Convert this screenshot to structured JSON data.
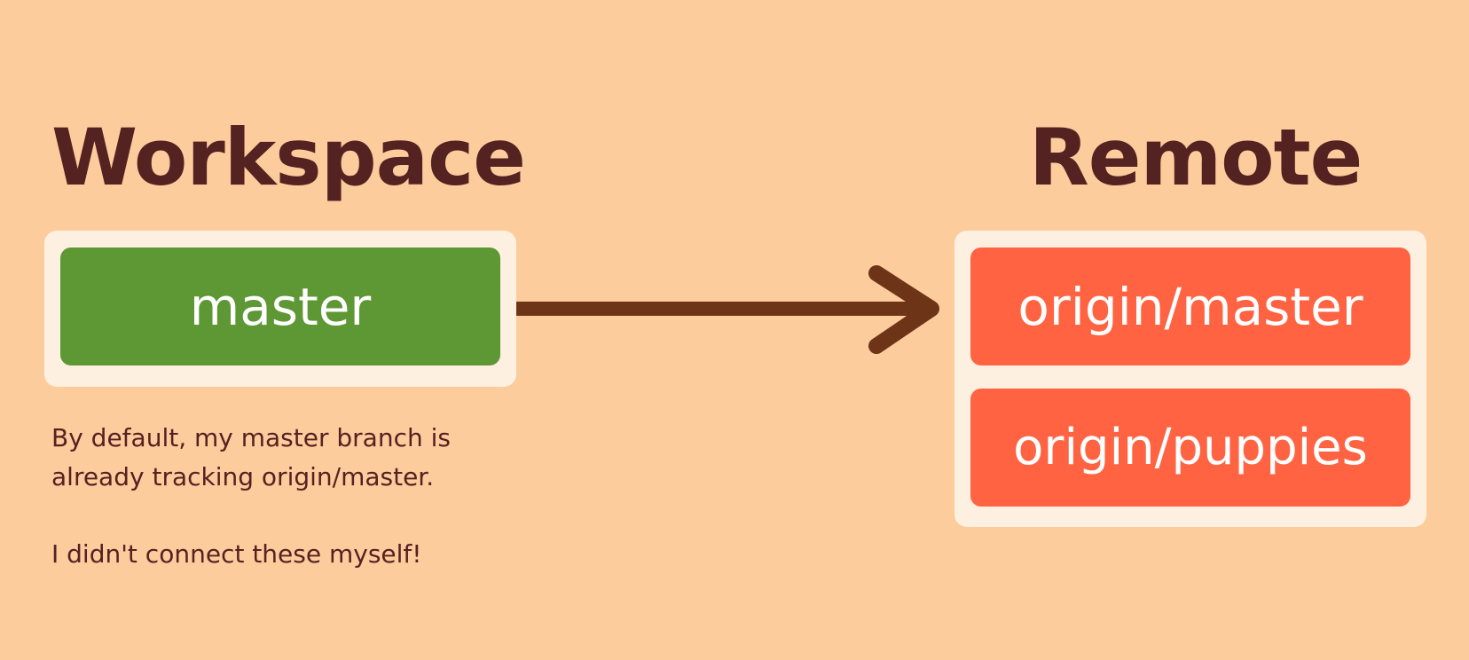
{
  "workspace": {
    "title": "Workspace",
    "branch": "master"
  },
  "remote": {
    "title": "Remote",
    "branches": [
      "origin/master",
      "origin/puppies"
    ]
  },
  "caption": {
    "line1": "By default, my master branch is",
    "line2": "already tracking origin/master.",
    "line3": "I didn't connect these myself!"
  },
  "colors": {
    "background": "#fdcc9c",
    "text": "#552222",
    "panel": "#fdf0e0",
    "local_branch": "#5e9835",
    "remote_branch": "#ff6341",
    "arrow": "#6e3417"
  }
}
